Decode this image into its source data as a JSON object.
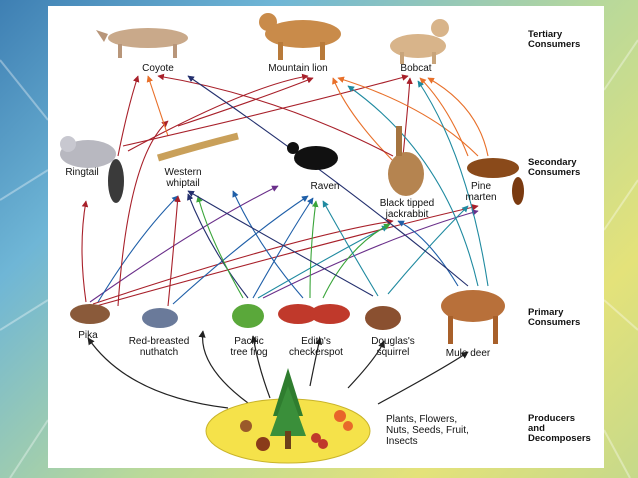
{
  "levels": {
    "tertiary": "Tertiary\nConsumers",
    "secondary": "Secondary\nConsumers",
    "primary": "Primary\nConsumers",
    "producers": "Producers\nand\nDecomposers"
  },
  "organisms": {
    "coyote": "Coyote",
    "mountain_lion": "Mountain lion",
    "bobcat": "Bobcat",
    "ringtail": "Ringtail",
    "western_whiptail": "Western\nwhiptail",
    "raven": "Raven",
    "black_tipped_jackrabbit": "Black tipped\njackrabbit",
    "pine_marten": "Pine\nmarten",
    "pika": "Pika",
    "red_breasted_nuthatch": "Red-breasted\nnuthatch",
    "pacific_tree_frog": "Pacific\ntree frog",
    "ediths_checkerspot": "Edith's\ncheckerspot",
    "douglass_squirrel": "Douglas's\nsquirrel",
    "mule_deer": "Mule deer",
    "producers_label": "Plants, Flowers,\nNuts, Seeds, Fruit,\nInsects"
  },
  "colors": {
    "red": "#a8202a",
    "orange": "#e8702a",
    "blue": "#1f5fa8",
    "navy": "#24306e",
    "teal": "#1f8aa0",
    "green": "#3aa53a",
    "purple": "#6a2f8a",
    "black": "#222222"
  }
}
